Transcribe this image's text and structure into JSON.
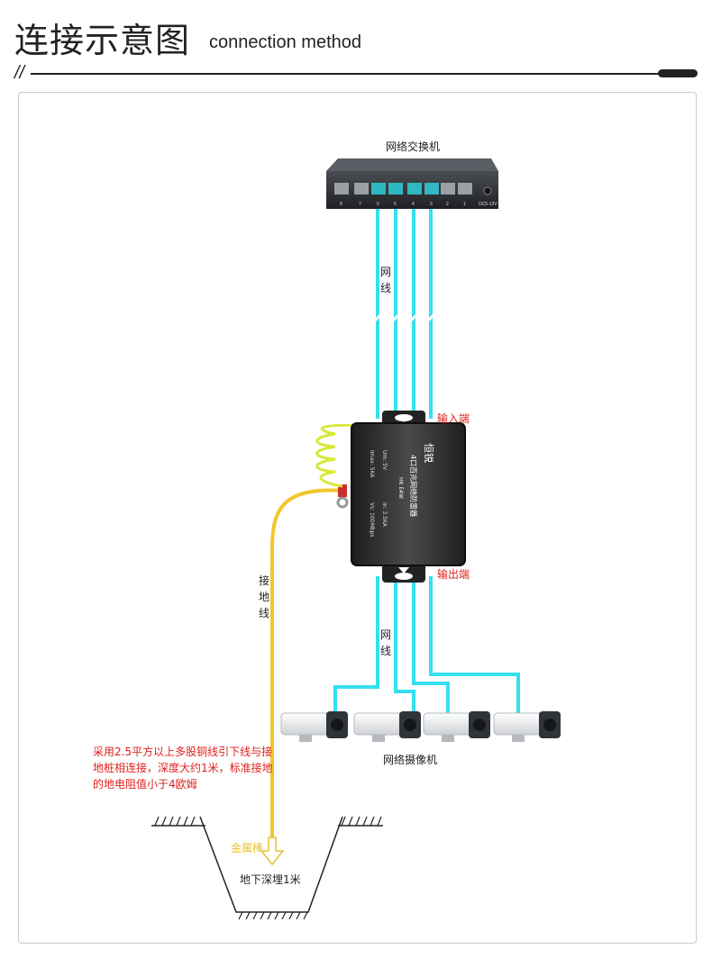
{
  "header": {
    "title_cn": "连接示意图",
    "title_en": "connection method",
    "divider_mark": "//"
  },
  "diagram": {
    "switch_label": "网络交换机",
    "switch_ports": [
      "8",
      "7",
      "6",
      "5",
      "4",
      "3",
      "2",
      "1"
    ],
    "switch_power_label": "DC5-12V",
    "cable_label_top": "网线",
    "cable_label_bottom": "网线",
    "input_label": "输入端",
    "output_label": "输出端",
    "ground_wire_label": "接地线",
    "camera_label": "网络摄像机",
    "ground_note": "采用2.5平方以上多股铜线引下线与接地桩相连接，深度大约1米，标准接地的地电阻值小于4欧姆",
    "rod_label": "金属棒",
    "depth_label": "地下深埋1米",
    "device": {
      "brand": "恒锐",
      "name": "4口百兆网络防雷器",
      "model": "HK E4W",
      "spec_1": "Um: 5V",
      "spec_2": "Imax: 5KA",
      "spec_3": "In: 2.5KA",
      "spec_4": "Vs: 100Mbps"
    }
  },
  "colors": {
    "cable": "#35e0ef",
    "ground_wire": "#f0c62c",
    "label_red": "#e0201c",
    "rod": "#e8c232",
    "device_body": "#3a3a3a"
  }
}
